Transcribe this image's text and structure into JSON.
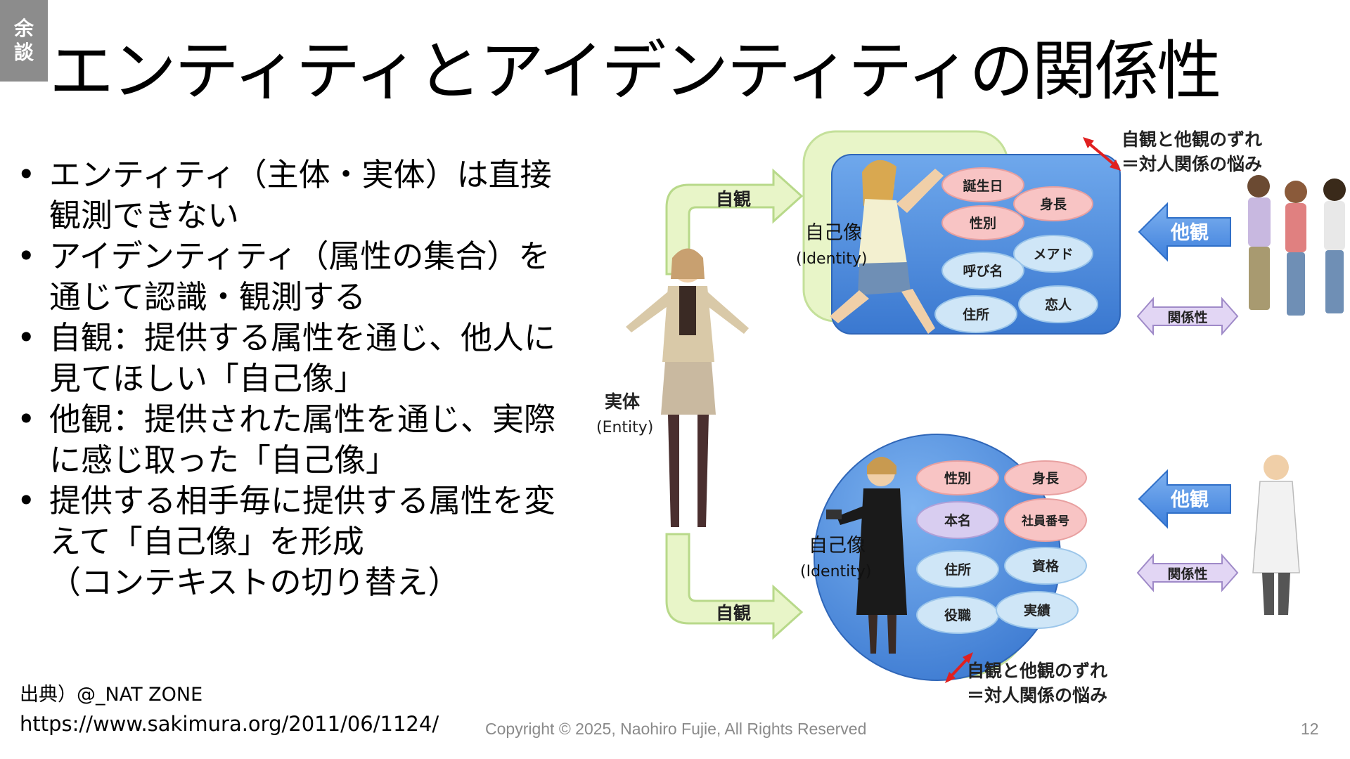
{
  "tag": [
    "余",
    "談"
  ],
  "title": "エンティティとアイデンティティの関係性",
  "bullets": [
    "エンティティ（主体・実体）は直接\n観測できない",
    "アイデンティティ（属性の集合）を\n通じて認識・観測する",
    "自観：提供する属性を通じ、他人に\n見てほしい「自己像」",
    "他観：提供された属性を通じ、実際\nに感じ取った「自己像」",
    "提供する相手毎に提供する属性を変\nえて「自己像」を形成\n（コンテキストの切り替え）"
  ],
  "source": "出典）@_NAT ZONE",
  "url": "https://www.sakimura.org/2011/06/1124/",
  "copyright": "Copyright © 2025, Naohiro Fujie, All Rights Reserved",
  "page_number": "12",
  "diagram": {
    "entity_label": "実体",
    "entity_sub": "(Entity)",
    "self_view_top": "自観",
    "self_view_bottom": "自観",
    "identity_top": "自己像",
    "identity_top_sub": "(Identity)",
    "identity_bottom": "自己像",
    "identity_bottom_sub": "(Identity)",
    "top_attributes": [
      "誕生日",
      "身長",
      "性別",
      "メアド",
      "呼び名",
      "恋人",
      "住所"
    ],
    "bottom_attributes": [
      "性別",
      "身長",
      "本名",
      "社員番号",
      "住所",
      "資格",
      "役職",
      "実績"
    ],
    "other_view_top": "他観",
    "other_view_bottom": "他観",
    "relation_top": "関係性",
    "relation_bottom": "関係性",
    "gap_top_line1": "自観と他観のずれ",
    "gap_top_line2": "＝対人関係の悩み",
    "gap_bottom_line1": "自観と他観のずれ",
    "gap_bottom_line2": "＝対人関係の悩み"
  },
  "colors": {
    "tag_bg": "#8c8c8c",
    "green_arrow": "#e8f5c8",
    "blue_box": "#4f8fe0",
    "pink_oval": "#f8c4c4",
    "blue_oval": "#cfe6f7",
    "purple_oval": "#d8cdf0",
    "other_view_arrow": "#4a8ee0",
    "relation_arrow": "#d9c9f0",
    "gap_arrow": "#e02020"
  }
}
